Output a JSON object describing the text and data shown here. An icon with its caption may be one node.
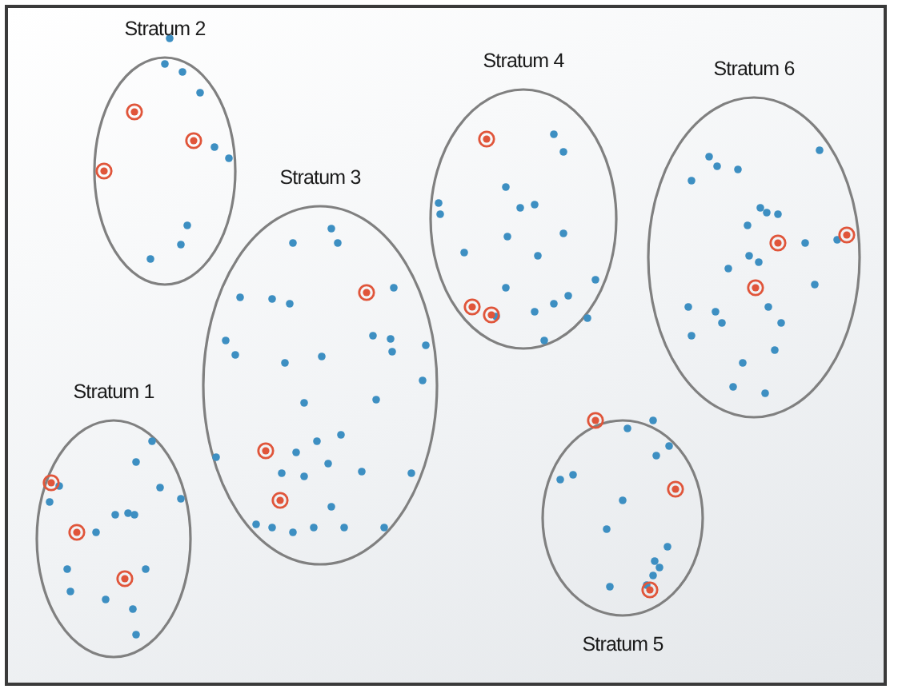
{
  "diagram": {
    "nodes": [
      {
        "text": [
          "Stratum 2"
        ]
      },
      {
        "text": [
          "Stratum 4"
        ]
      },
      {
        "text": [
          "Stratum 6"
        ]
      },
      {
        "text": [
          "Stratum 3"
        ]
      },
      {
        "text": [
          "Stratum 1"
        ]
      },
      {
        "text": [
          "Stratum 5"
        ]
      }
    ]
  }
}
